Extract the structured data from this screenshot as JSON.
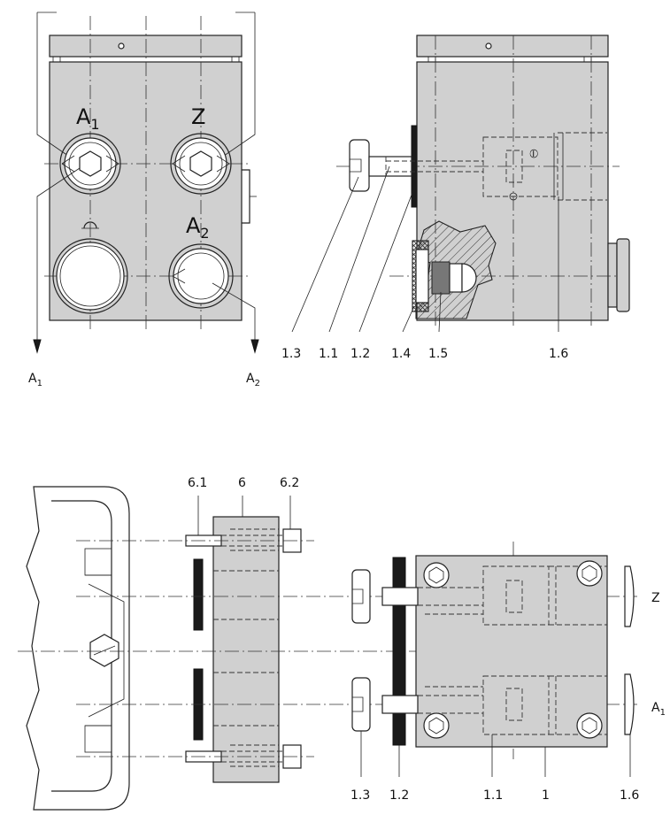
{
  "views": {
    "front": {
      "ports": [
        {
          "main": "A",
          "sub": "1"
        },
        {
          "main": "Z",
          "sub": ""
        },
        {
          "main": "A",
          "sub": "2"
        }
      ],
      "arrows": [
        {
          "main": "A",
          "sub": "1"
        },
        {
          "main": "A",
          "sub": "2"
        }
      ]
    },
    "section": {
      "labels": [
        "1.3",
        "1.1",
        "1.2",
        "1.4",
        "1.5",
        "1.6"
      ]
    },
    "exploded": {
      "top_labels": [
        "6.1",
        "6",
        "6.2"
      ],
      "bottom_labels": [
        "1.3",
        "1.2",
        "1.1",
        "1",
        "1.6"
      ],
      "side_labels": [
        {
          "main": "Z",
          "sub": ""
        },
        {
          "main": "A",
          "sub": "1"
        }
      ]
    }
  }
}
